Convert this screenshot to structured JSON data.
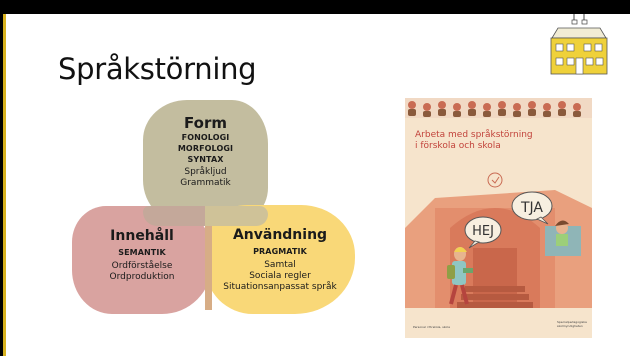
{
  "slide": {
    "title": "Språkstörning",
    "form": {
      "heading": "Form",
      "sub": [
        "FONOLOGI",
        "MORFOLOGI",
        "SYNTAX"
      ],
      "items": [
        "Språkljud",
        "Grammatik"
      ]
    },
    "innehall": {
      "heading": "Innehåll",
      "sub": [
        "SEMANTIK"
      ],
      "items": [
        "Ordförståelse",
        "Ordproduktion"
      ]
    },
    "anvandning": {
      "heading": "Användning",
      "sub": [
        "PRAGMATIK"
      ],
      "items": [
        "Samtal",
        "Sociala regler",
        "Situationsanpassat språk"
      ]
    }
  },
  "book": {
    "title_line1": "Arbeta med språkstörning",
    "title_line2": "i förskola och skola",
    "speech1": "TJA",
    "speech2": "HEJ",
    "footer_left": "Personal i förskola, skola",
    "footer_right": "Specialpedagogiska skolmyndigheten"
  },
  "colors": {
    "form": "#c3bd9f",
    "innehall": "#d9a3a0",
    "anvandning": "#f9d878",
    "accent_bar": "#d8b21f",
    "book_title": "#c2443c"
  },
  "icons": [
    "house-logo-icon"
  ]
}
